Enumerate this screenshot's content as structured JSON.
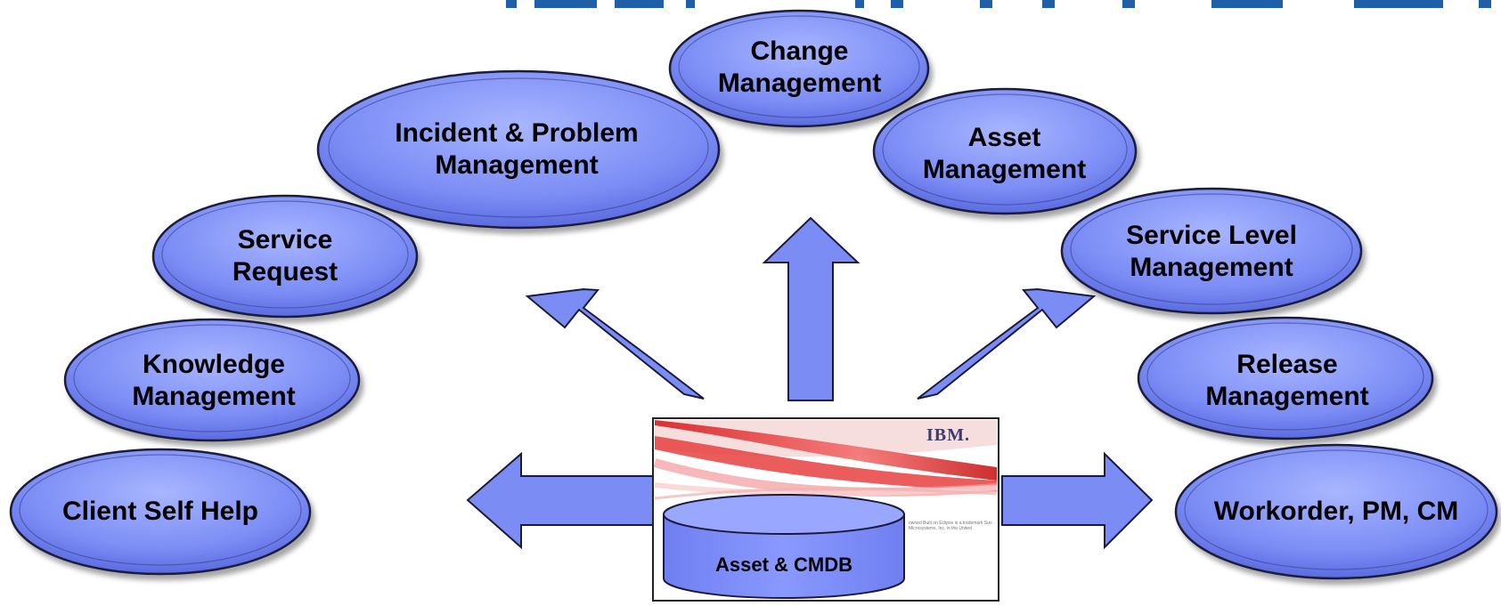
{
  "diagram": {
    "hub": {
      "label": "Asset & CMDB",
      "logo": "IBM.",
      "fine_print": "owned Built on Eclipse is a trademark Sun Microsystems, Inc. in the United"
    },
    "nodes": [
      {
        "id": "client-self-help",
        "label": "Client Self Help"
      },
      {
        "id": "knowledge-management",
        "label": "Knowledge\nManagement"
      },
      {
        "id": "service-request",
        "label": "Service\nRequest"
      },
      {
        "id": "incident-problem-management",
        "label": "Incident & Problem\nManagement"
      },
      {
        "id": "change-management",
        "label": "Change\nManagement"
      },
      {
        "id": "asset-management",
        "label": "Asset\nManagement"
      },
      {
        "id": "service-level-management",
        "label": "Service Level\nManagement"
      },
      {
        "id": "release-management",
        "label": "Release\nManagement"
      },
      {
        "id": "workorder-pm-cm",
        "label": "Workorder, PM, CM"
      }
    ],
    "colors": {
      "node_fill": "#7b8cf5",
      "node_stroke": "#1a1a3a",
      "arrow_fill": "#7b8cf5",
      "arrow_stroke": "#1a1a3a",
      "title_color": "#1f5fa8"
    }
  }
}
